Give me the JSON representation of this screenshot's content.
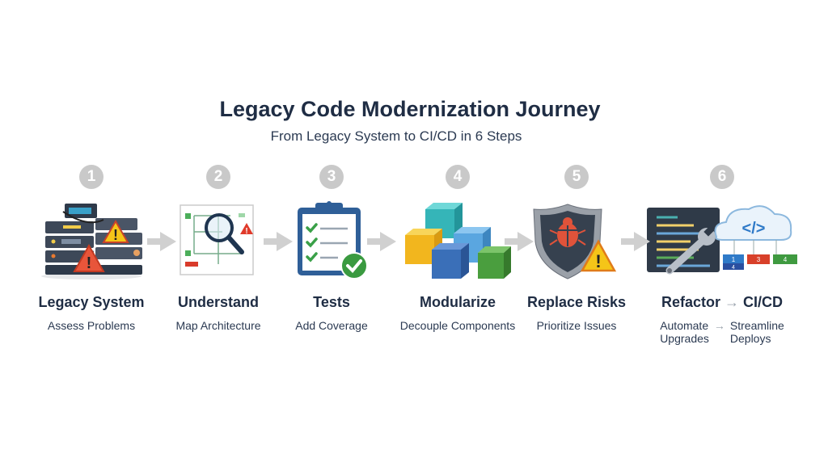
{
  "title": "Legacy Code Modernization Journey",
  "subtitle": "From Legacy System to CI/CD in 6 Steps",
  "steps": [
    {
      "number": "1",
      "label": "Legacy System",
      "sublabel": "Assess Problems",
      "icon": "server-stack-warning-icon"
    },
    {
      "number": "2",
      "label": "Understand",
      "sublabel": "Map Architecture",
      "icon": "architecture-magnifier-icon"
    },
    {
      "number": "3",
      "label": "Tests",
      "sublabel": "Add Coverage",
      "icon": "clipboard-checklist-icon"
    },
    {
      "number": "4",
      "label": "Modularize",
      "sublabel": "Decouple Components",
      "icon": "cubes-icon"
    },
    {
      "number": "5",
      "label": "Replace Risks",
      "sublabel": "Prioritize Issues",
      "icon": "shield-bug-icon"
    },
    {
      "number": "6",
      "label_left": "Refactor",
      "label_arrow": "→",
      "label_right": "CI/CD",
      "sublabel_left": [
        "Automate",
        "Upgrades"
      ],
      "sublabel_arrow": "→",
      "sublabel_right": [
        "Streamline",
        "Deploys"
      ],
      "icon": "code-wrench-cloud-icon",
      "pipeline_badges": [
        "1",
        "3",
        "4",
        "4"
      ]
    }
  ],
  "colors": {
    "title": "#1f2d44",
    "number_circle": "#c9c9c9",
    "arrow": "#d0d0d0"
  }
}
